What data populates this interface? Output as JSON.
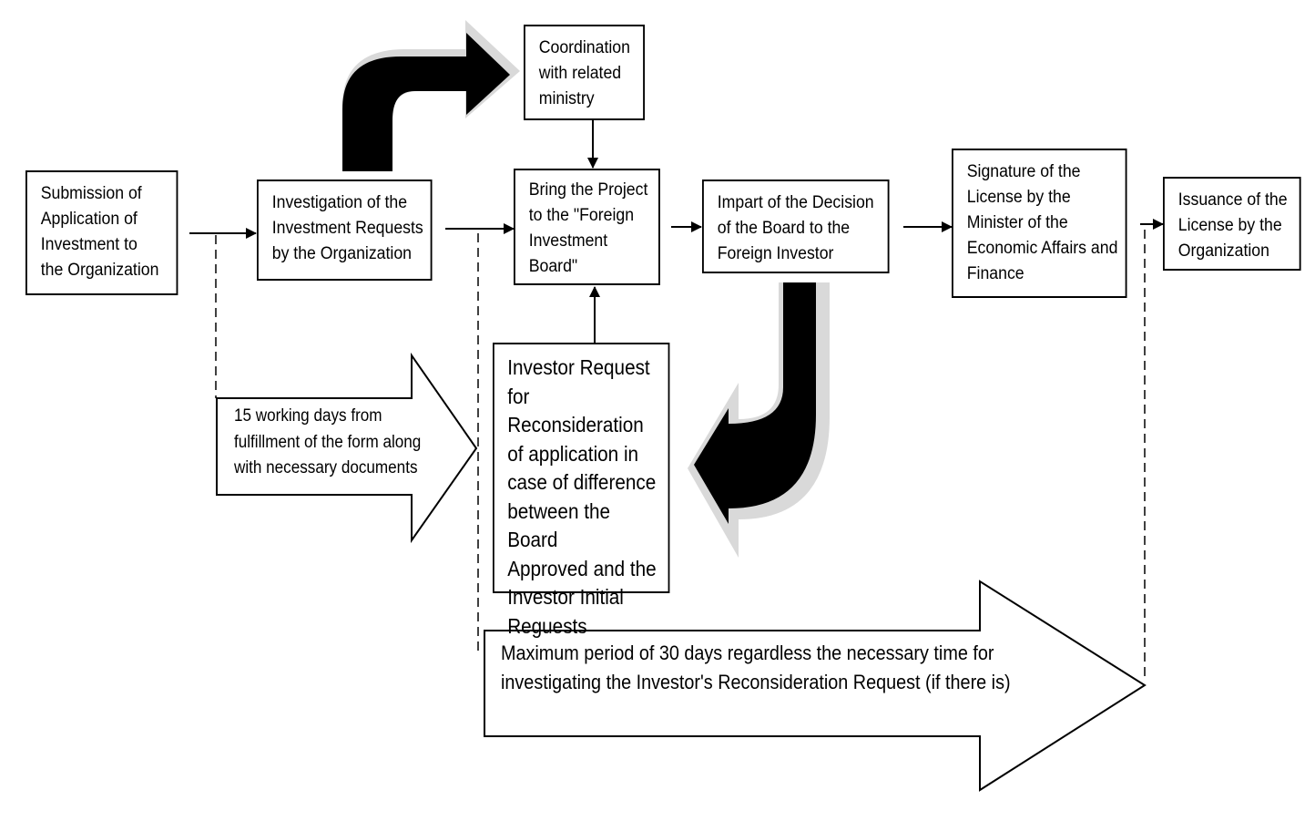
{
  "boxes": {
    "submission": "Submission of\nApplication of\nInvestment to\nthe Organization",
    "investigation": "Investigation of the\nInvestment Requests\nby the Organization",
    "coordination": "Coordination\nwith related\nministry",
    "bring_project": "Bring the Project\nto the \"Foreign\nInvestment\nBoard\"",
    "impart": "Impart of the Decision\nof the Board to the\nForeign Investor",
    "signature": "Signature of the\nLicense by the\nMinister of the\nEconomic Affairs and\nFinance",
    "issuance": "Issuance of the\nLicense by the\nOrganization",
    "reconsideration": "Investor Request\nfor Reconsideration\nof application in\ncase of difference\nbetween the Board\nApproved and the\nInvestor Initial\nReguests"
  },
  "timeline": {
    "fifteen_days": "15 working days from\nfulfillment of the form along\nwith necessary documents",
    "thirty_days": "Maximum period of 30 days regardless the necessary time for\ninvestigating the Investor's Reconsideration Request (if there is)"
  },
  "colors": {
    "stroke": "#000000",
    "fill": "#ffffff",
    "curved_arrow": "#000000",
    "shadow": "#d9d9d9"
  }
}
